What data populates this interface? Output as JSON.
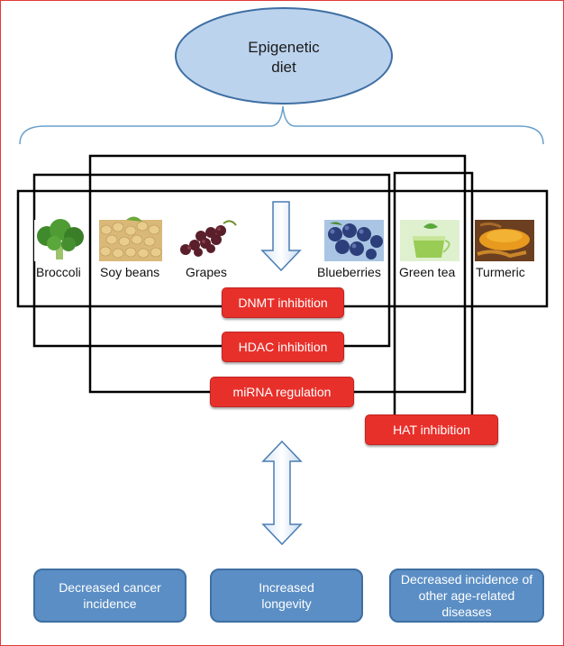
{
  "title": "Epigenetic\ndiet",
  "foods": [
    {
      "label": "Broccoli",
      "icon": "broccoli-icon"
    },
    {
      "label": "Soy beans",
      "icon": "soybeans-icon"
    },
    {
      "label": "Grapes",
      "icon": "grapes-icon"
    },
    {
      "label": "Blueberries",
      "icon": "blueberries-icon"
    },
    {
      "label": "Green tea",
      "icon": "green-tea-icon"
    },
    {
      "label": "Turmeric",
      "icon": "turmeric-icon"
    }
  ],
  "mechanisms": {
    "dnmt": "DNMT inhibition",
    "hdac": "HDAC inhibition",
    "mirna": "miRNA regulation",
    "hat": "HAT inhibition"
  },
  "outcomes": [
    "Decreased cancer incidence",
    "Increased longevity",
    "Decreased incidence of other age-related diseases"
  ],
  "colors": {
    "ellipse_fill": "#bcd3ee",
    "ellipse_stroke": "#3f6fa3",
    "mechanism_red": "#e8302b",
    "outcome_blue": "#5b8ec4",
    "frame_red": "#e03a3a"
  }
}
